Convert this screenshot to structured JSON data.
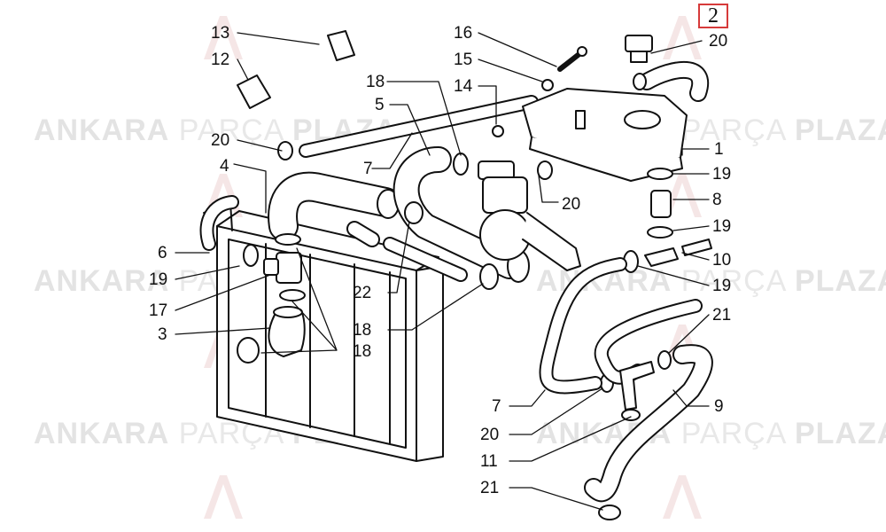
{
  "watermark": {
    "word1": "ANKARA",
    "word2": "PARÇA",
    "word3": "PLAZA"
  },
  "corner_label": "2",
  "callouts": [
    {
      "id": "c13a",
      "text": "13"
    },
    {
      "id": "c12a",
      "text": "12"
    },
    {
      "id": "c20a",
      "text": "20"
    },
    {
      "id": "c4a",
      "text": "4"
    },
    {
      "id": "c6a",
      "text": "6"
    },
    {
      "id": "c19a",
      "text": "19"
    },
    {
      "id": "c17a",
      "text": "17"
    },
    {
      "id": "c3a",
      "text": "3"
    },
    {
      "id": "c18a",
      "text": "18"
    },
    {
      "id": "c5a",
      "text": "5"
    },
    {
      "id": "c7a",
      "text": "7"
    },
    {
      "id": "c18b",
      "text": "18"
    },
    {
      "id": "c22a",
      "text": "22"
    },
    {
      "id": "c18c",
      "text": "18"
    },
    {
      "id": "c16a",
      "text": "16"
    },
    {
      "id": "c15a",
      "text": "15"
    },
    {
      "id": "c14a",
      "text": "14"
    },
    {
      "id": "c20b",
      "text": "20"
    },
    {
      "id": "c20c",
      "text": "20"
    },
    {
      "id": "c1a",
      "text": "1"
    },
    {
      "id": "c19b",
      "text": "19"
    },
    {
      "id": "c8a",
      "text": "8"
    },
    {
      "id": "c19c",
      "text": "19"
    },
    {
      "id": "c10a",
      "text": "10"
    },
    {
      "id": "c19d",
      "text": "19"
    },
    {
      "id": "c21a",
      "text": "21"
    },
    {
      "id": "c9a",
      "text": "9"
    },
    {
      "id": "c7b",
      "text": "7"
    },
    {
      "id": "c20d",
      "text": "20"
    },
    {
      "id": "c11a",
      "text": "11"
    },
    {
      "id": "c21b",
      "text": "21"
    }
  ]
}
